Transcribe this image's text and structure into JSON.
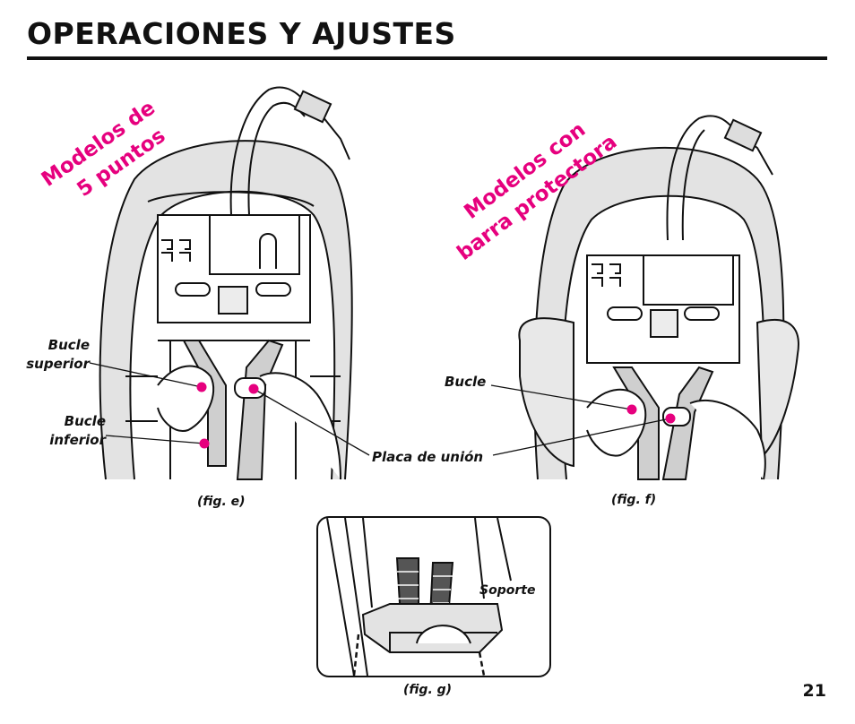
{
  "page": {
    "title": "OPERACIONES Y AJUSTES",
    "page_number": "21"
  },
  "fig_e": {
    "heading_line1": "Modelos de",
    "heading_line2": "5 puntos",
    "label_bucle_superior_1": "Bucle",
    "label_bucle_superior_2": "superior",
    "label_bucle_inferior_1": "Bucle",
    "label_bucle_inferior_2": "inferior",
    "label_placa": "Placa de unión",
    "caption": "(fig. e)"
  },
  "fig_f": {
    "heading_line1": "Modelos con",
    "heading_line2": "barra protectora",
    "label_bucle": "Bucle",
    "caption": "(fig. f)"
  },
  "fig_g": {
    "label_soporte": "Soporte",
    "caption": "(fig. g)"
  },
  "colors": {
    "accent": "#e6007e",
    "ink": "#111111",
    "seat_shade": "#d8d8d8",
    "strap": "#c9c9c9"
  }
}
